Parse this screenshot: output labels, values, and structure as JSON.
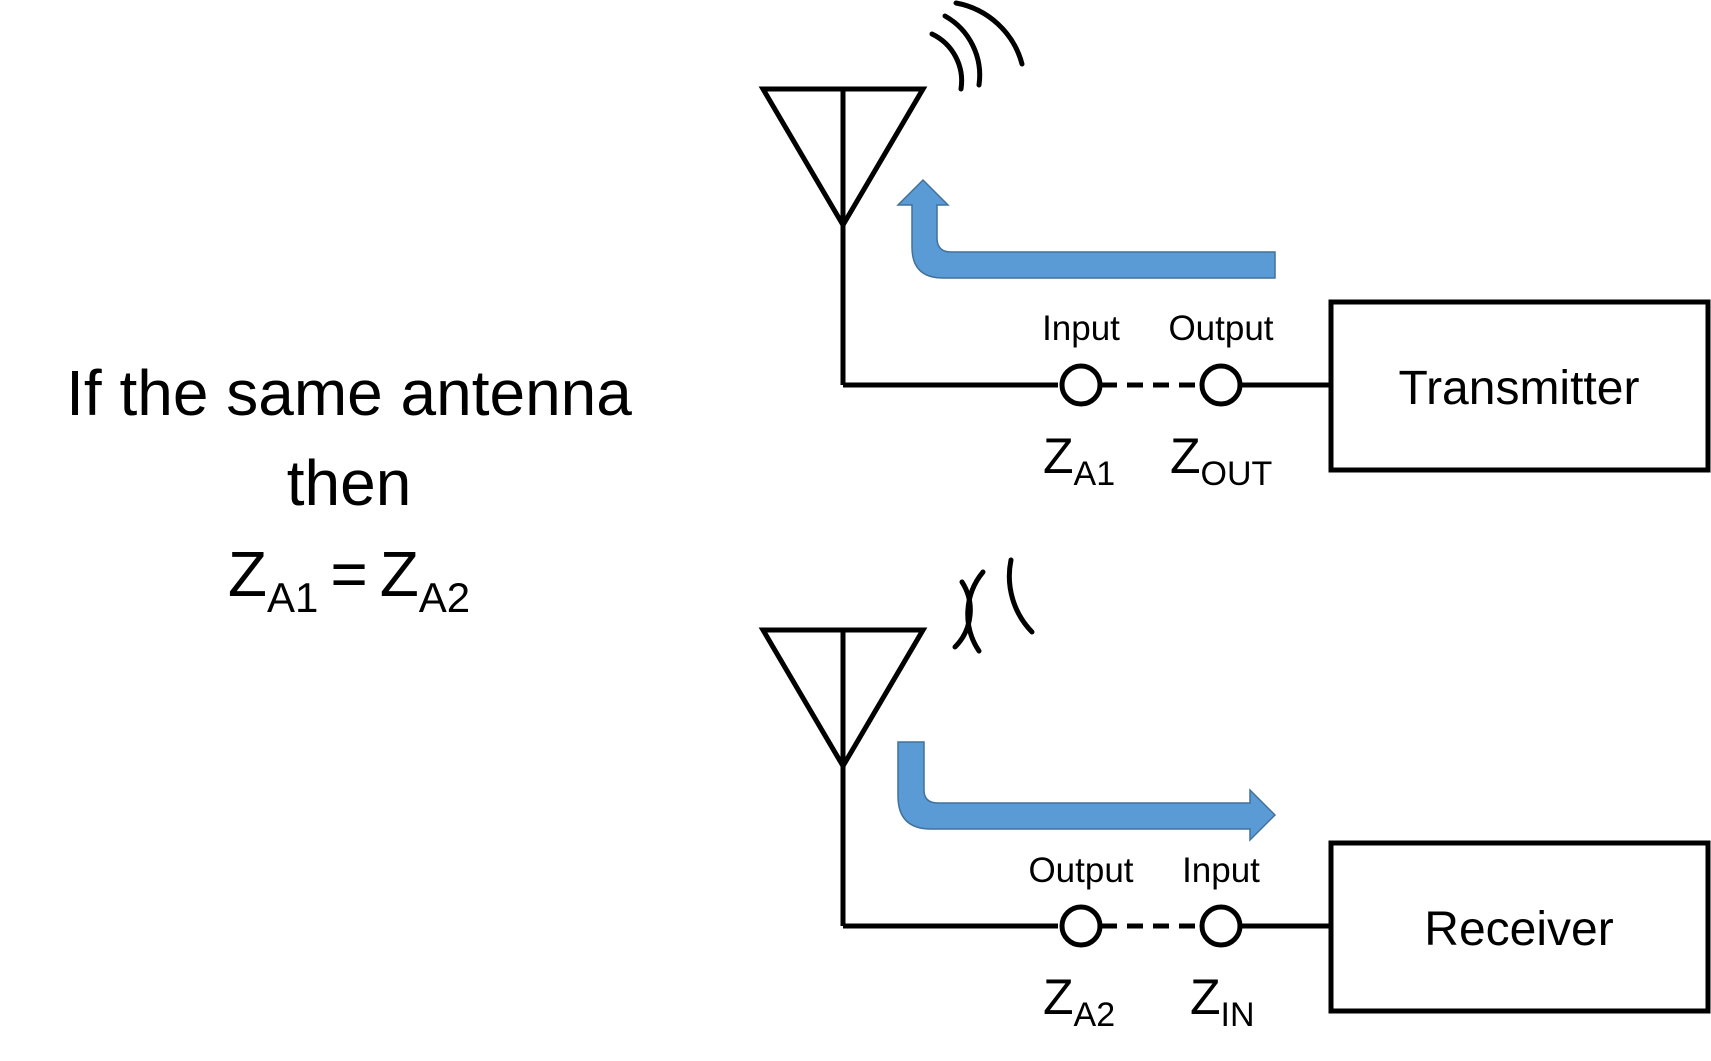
{
  "statement": {
    "line1": "If the same antenna",
    "line2": "then",
    "equation": {
      "lhs_z": "Z",
      "lhs_sub": "A1",
      "operator": "=",
      "rhs_z": "Z",
      "rhs_sub": "A2"
    }
  },
  "transmit_path": {
    "block_label": "Transmitter",
    "antenna_port_label": "Input",
    "device_port_label": "Output",
    "antenna_impedance": {
      "z": "Z",
      "sub": "A1"
    },
    "device_impedance": {
      "z": "Z",
      "sub": "OUT"
    },
    "signal_direction": "toward antenna"
  },
  "receive_path": {
    "block_label": "Receiver",
    "antenna_port_label": "Output",
    "device_port_label": "Input",
    "antenna_impedance": {
      "z": "Z",
      "sub": "A2"
    },
    "device_impedance": {
      "z": "Z",
      "sub": "IN"
    },
    "signal_direction": "toward receiver"
  },
  "colors": {
    "line": "#000000",
    "arrow_fill": "#5b9bd5",
    "arrow_stroke": "#41719c",
    "background": "#ffffff"
  },
  "icons": {
    "antenna": "antenna-icon",
    "radiated_waves": "radio-waves-out-icon",
    "received_waves": "radio-waves-in-icon",
    "terminal": "open-circle-terminal-icon"
  }
}
